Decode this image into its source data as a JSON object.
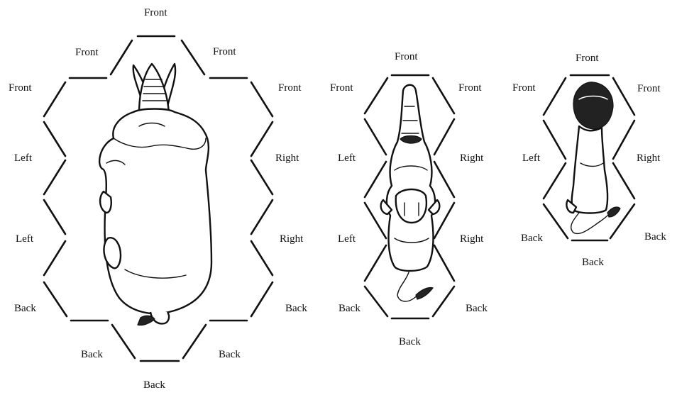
{
  "figure": {
    "large_animal": {
      "labels": {
        "top": "Front",
        "upper_left": "Front",
        "upper_right": "Front",
        "side_left_top": "Front",
        "side_right_top": "Front",
        "left_upper": "Left",
        "right_upper": "Right",
        "left_lower": "Left",
        "right_lower": "Right",
        "side_left_bottom": "Back",
        "side_right_bottom": "Back",
        "lower_left": "Back",
        "lower_right": "Back",
        "bottom": "Back"
      }
    },
    "medium_animal": {
      "labels": {
        "top": "Front",
        "left_front": "Front",
        "right_front": "Front",
        "left_upper": "Left",
        "right_upper": "Right",
        "left_lower": "Left",
        "right_lower": "Right",
        "left_back": "Back",
        "right_back": "Back",
        "bottom": "Back"
      }
    },
    "small_animal": {
      "labels": {
        "top": "Front",
        "left_front": "Front",
        "right_front": "Front",
        "left_side": "Left",
        "right_side": "Right",
        "left_back": "Back",
        "right_back": "Back",
        "bottom": "Back"
      }
    }
  }
}
